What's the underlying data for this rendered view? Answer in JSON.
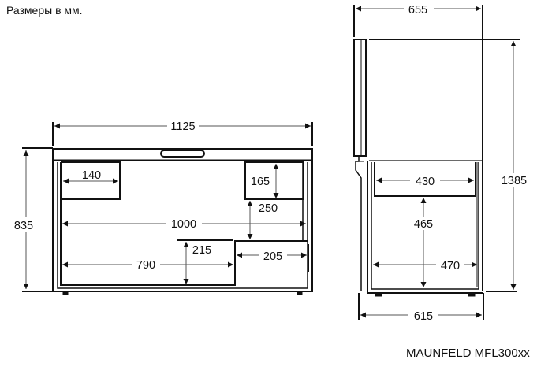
{
  "header": {
    "units_note": "Размеры в мм."
  },
  "footer": {
    "model": "MAUNFELD MFL300xx"
  },
  "front_view": {
    "overall_width": "1125",
    "overall_height": "835",
    "basket_width": "140",
    "basket_depth": "165",
    "upper_step_height": "250",
    "inner_width": "1000",
    "lower_compartment_width": "790",
    "lower_compartment_height": "215",
    "step_width": "205"
  },
  "side_view": {
    "overall_depth": "655",
    "overall_height_lid_open": "1385",
    "basket_width": "430",
    "inner_height": "465",
    "inner_depth": "470",
    "base_depth": "615"
  },
  "colors": {
    "line": "#111111",
    "dim_line": "#555555",
    "background": "#ffffff"
  }
}
